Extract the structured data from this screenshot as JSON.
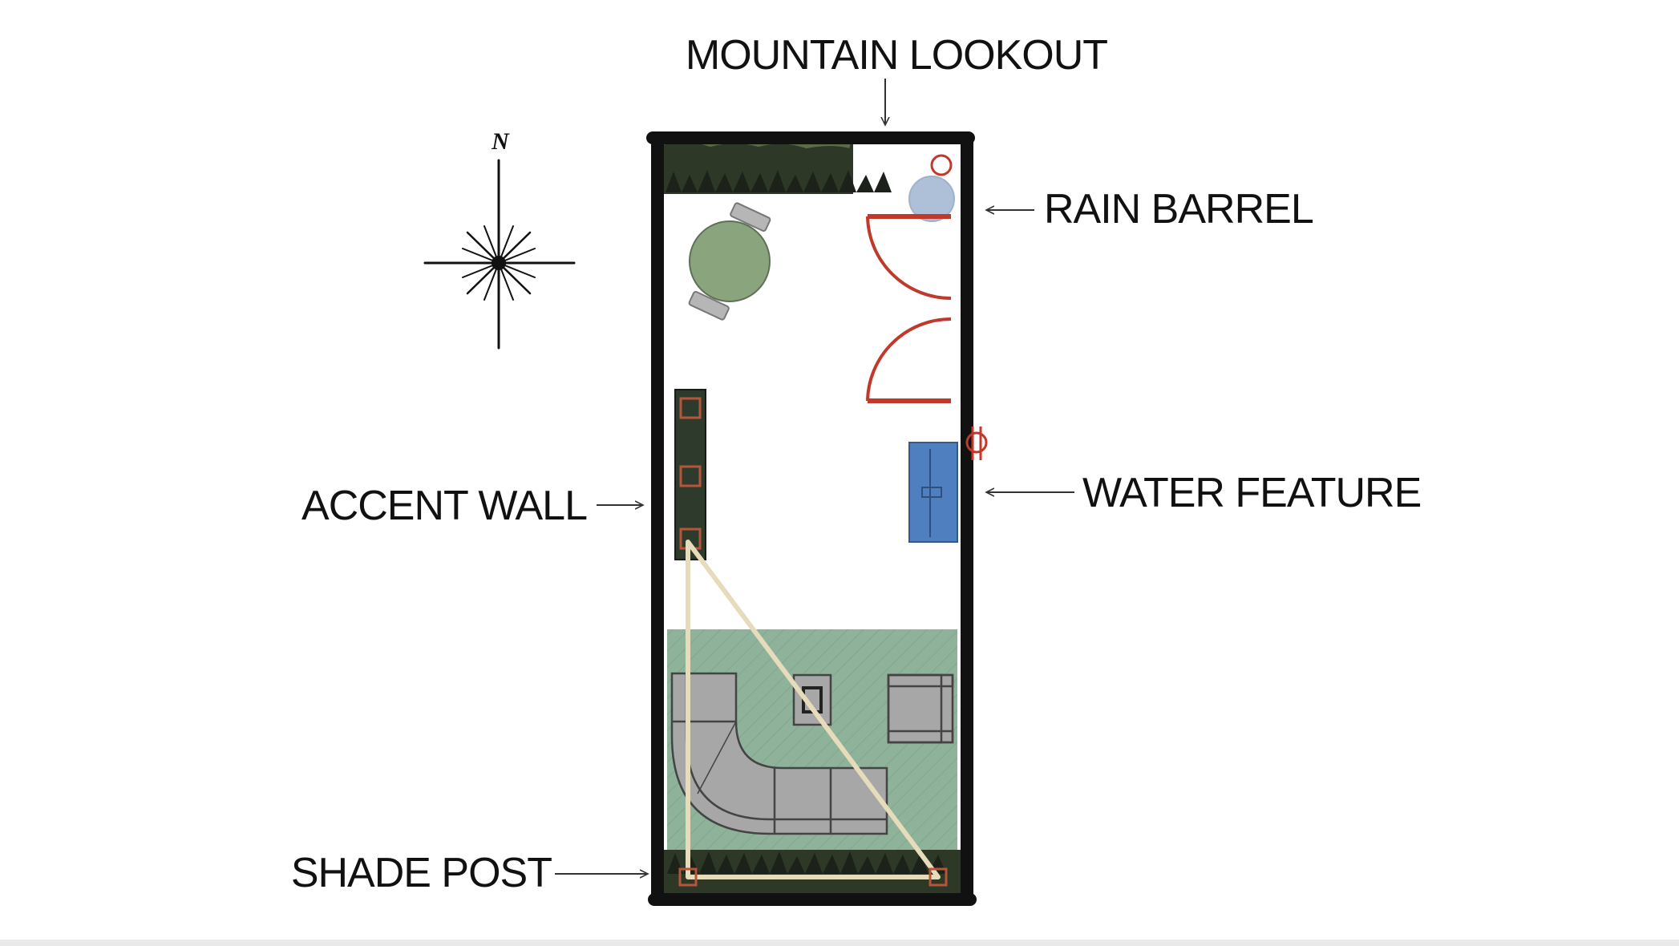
{
  "compass": {
    "north_label": "N"
  },
  "labels": {
    "mountain_lookout": "MOUNTAIN LOOKOUT",
    "rain_barrel": "RAIN BARREL",
    "accent_wall": "ACCENT WALL",
    "water_feature": "WATER FEATURE",
    "shade_post": "SHADE POST"
  },
  "colors": {
    "wall": "#111111",
    "planting": "#2e3826",
    "lounge_zone": "#8fb39a",
    "table": "#8aa57e",
    "rain_barrel": "#aebfd8",
    "door_swing": "#c0392b",
    "water_feature": "#4f7fbf",
    "furniture": "#a7a7a7",
    "shade_sail": "#e6dcbc",
    "post": "#b5563a"
  }
}
